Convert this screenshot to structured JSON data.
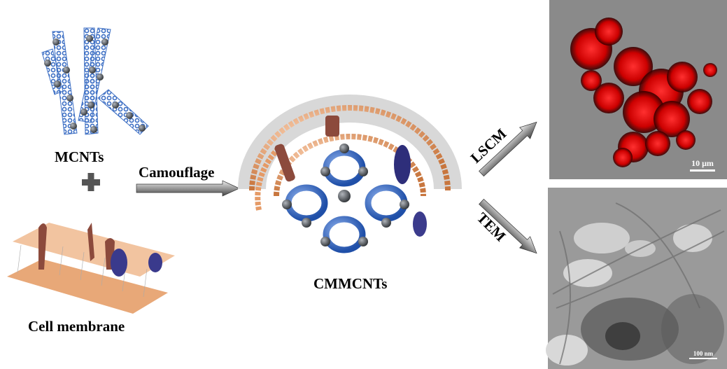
{
  "labels": {
    "mcnts": "MCNTs",
    "plus": "+",
    "cell_membrane": "Cell membrane",
    "camouflage": "Camouflage",
    "cmmcnts": "CMMCNTs",
    "lscm": "LSCM",
    "tem": "TEM"
  },
  "micrographs": {
    "lscm_scale": "10 μm",
    "tem_scale": "100 nm"
  },
  "colors": {
    "nanotube_blue": "#3d6fc4",
    "nanoparticle_gray": "#555a60",
    "lipid_head": "#e39a6a",
    "fluorescence_red": "#ff1a1a"
  }
}
